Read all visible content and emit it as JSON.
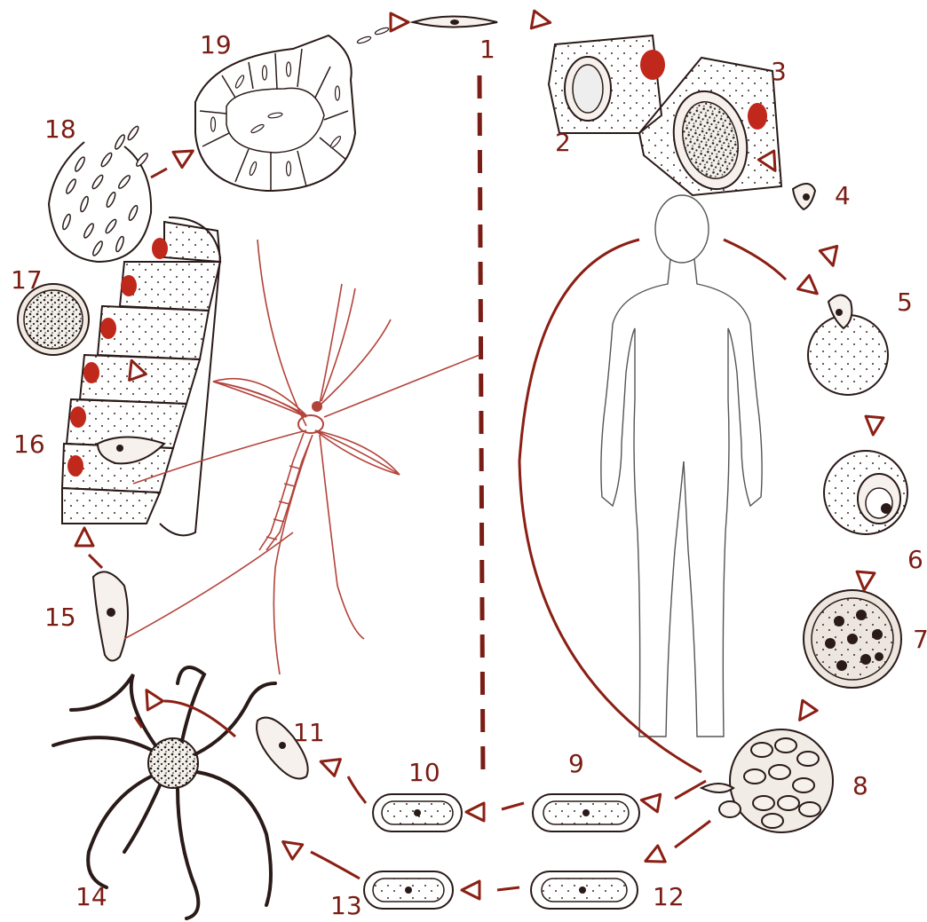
{
  "stages": [
    {
      "id": "1",
      "label": "1"
    },
    {
      "id": "2",
      "label": "2"
    },
    {
      "id": "3",
      "label": "3"
    },
    {
      "id": "4",
      "label": "4"
    },
    {
      "id": "5",
      "label": "5"
    },
    {
      "id": "6",
      "label": "6"
    },
    {
      "id": "7",
      "label": "7"
    },
    {
      "id": "8",
      "label": "8"
    },
    {
      "id": "9",
      "label": "9"
    },
    {
      "id": "10",
      "label": "10"
    },
    {
      "id": "11",
      "label": "11"
    },
    {
      "id": "12",
      "label": "12"
    },
    {
      "id": "13",
      "label": "13"
    },
    {
      "id": "14",
      "label": "14"
    },
    {
      "id": "15",
      "label": "15"
    },
    {
      "id": "16",
      "label": "16"
    },
    {
      "id": "17",
      "label": "17"
    },
    {
      "id": "18",
      "label": "18"
    },
    {
      "id": "19",
      "label": "19"
    }
  ],
  "colors": {
    "accent": "#8b1f14",
    "nucleus": "#c0281c",
    "ink": "#2a1a18",
    "mosquito": "#b3433a"
  }
}
